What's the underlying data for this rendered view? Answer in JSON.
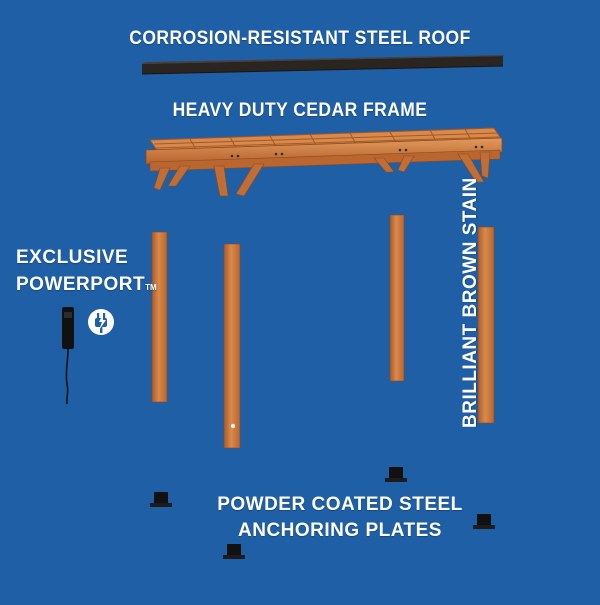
{
  "labels": {
    "roof": "CORROSION-RESISTANT STEEL ROOF",
    "frame": "HEAVY DUTY CEDAR FRAME",
    "powerport_line1": "EXCLUSIVE",
    "powerport_line2": "POWERPORT",
    "powerport_tm": "TM",
    "stain": "BRILLIANT BROWN STAIN",
    "plates_line1": "POWDER COATED STEEL",
    "plates_line2": "ANCHORING PLATES"
  },
  "colors": {
    "background": "#1f5fa6",
    "cedar": "#c8743a",
    "cedar_dark": "#9c5527",
    "roof": "#2b2522",
    "hardware": "#111111"
  },
  "icons": {
    "power": "power-plug-icon"
  }
}
